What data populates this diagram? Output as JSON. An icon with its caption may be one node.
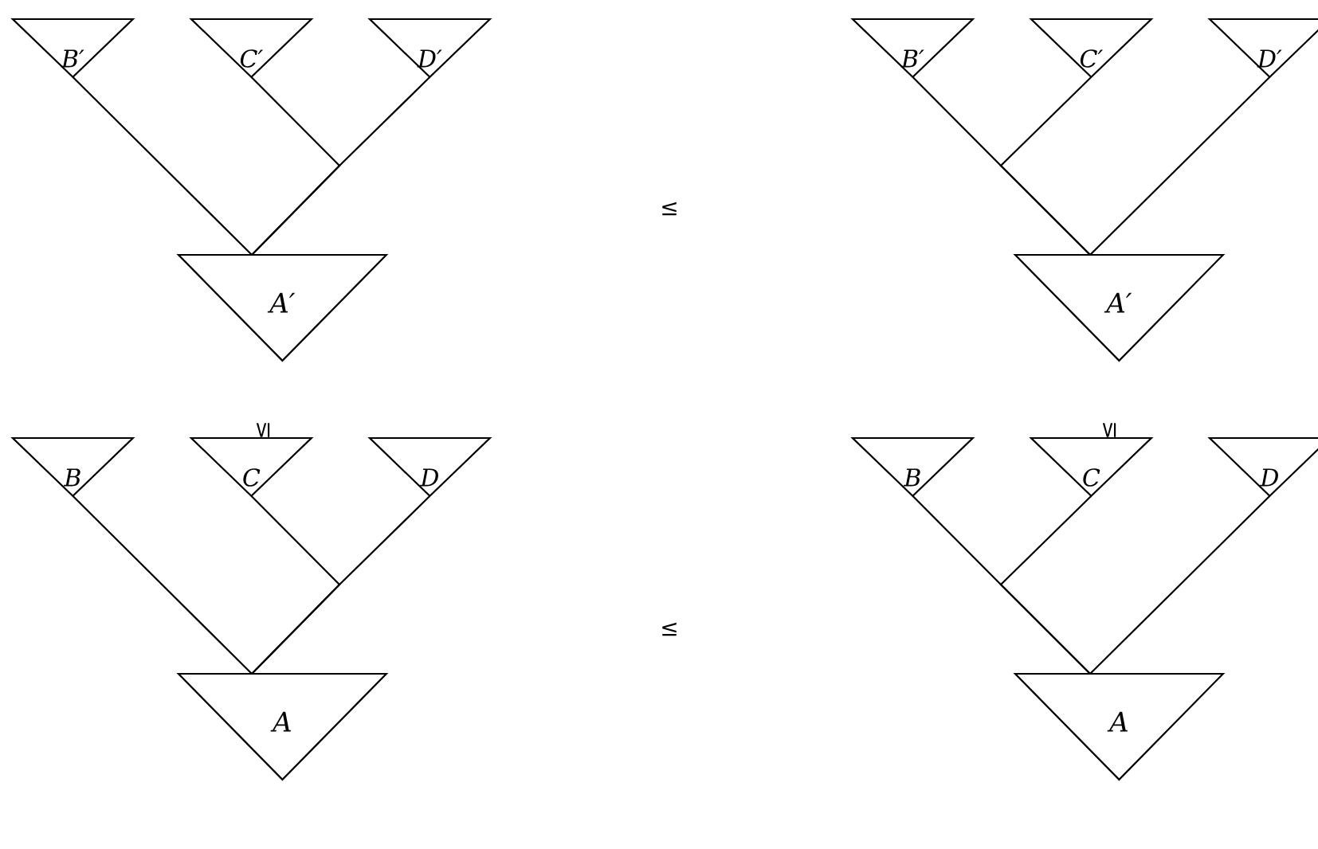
{
  "diagram": {
    "nodes": [
      {
        "text": [
          "B′"
        ]
      },
      {
        "text": [
          "C′"
        ]
      },
      {
        "text": [
          "D′"
        ]
      },
      {
        "text": [
          "A′"
        ]
      },
      {
        "text": [
          "B′"
        ]
      },
      {
        "text": [
          "C′"
        ]
      },
      {
        "text": [
          "D′"
        ]
      },
      {
        "text": [
          "A′"
        ]
      },
      {
        "text": [
          "B"
        ]
      },
      {
        "text": [
          "C"
        ]
      },
      {
        "text": [
          "D"
        ]
      },
      {
        "text": [
          "A"
        ]
      },
      {
        "text": [
          "B"
        ]
      },
      {
        "text": [
          "C"
        ]
      },
      {
        "text": [
          "D"
        ]
      },
      {
        "text": [
          "A"
        ]
      }
    ],
    "edges": [
      {
        "from": 0,
        "to": 3,
        "arrow": "none"
      },
      {
        "from": 1,
        "to": 3,
        "arrow": "none"
      },
      {
        "from": 2,
        "to": 3,
        "arrow": "none"
      },
      {
        "from": 4,
        "to": 7,
        "arrow": "none"
      },
      {
        "from": 5,
        "to": 7,
        "arrow": "none"
      },
      {
        "from": 6,
        "to": 7,
        "arrow": "none"
      },
      {
        "from": 8,
        "to": 11,
        "arrow": "none"
      },
      {
        "from": 9,
        "to": 11,
        "arrow": "none"
      },
      {
        "from": 10,
        "to": 11,
        "arrow": "none"
      },
      {
        "from": 12,
        "to": 15,
        "arrow": "none"
      },
      {
        "from": 13,
        "to": 15,
        "arrow": "none"
      },
      {
        "from": 14,
        "to": 15,
        "arrow": "none"
      }
    ],
    "labels": [
      "≤",
      "≤",
      "≤",
      "≤"
    ]
  }
}
